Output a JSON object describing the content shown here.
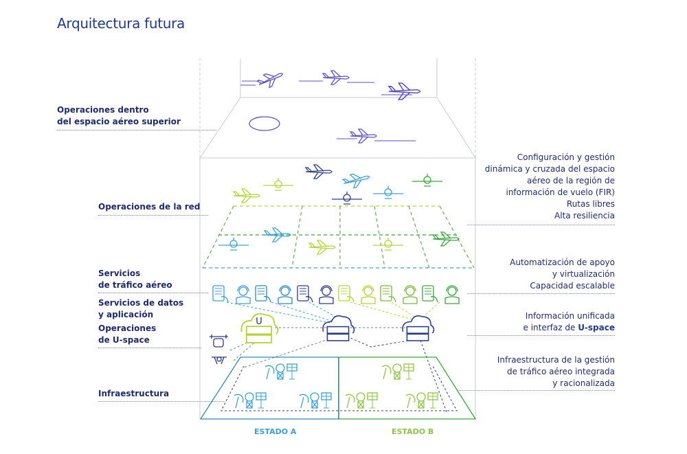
{
  "title": "Arquitectura futura",
  "left_labels": {
    "upper_airspace": [
      "Operaciones dentro",
      "del espacio aéreo superior"
    ],
    "network_ops": "Operaciones de la red",
    "ats": [
      "Servicios",
      "de tráfico aéreo"
    ],
    "data_services": [
      "Servicios de datos",
      "y aplicación"
    ],
    "uspace_ops": [
      "Operaciones",
      "de U-space"
    ],
    "infrastructure": "Infraestructura"
  },
  "right_labels": {
    "airspace_config": [
      "Configuración y gestión",
      "dinámica y cruzada del espacio",
      "aéreo de la región de",
      "información de vuelo (FIR)",
      "Rutas libres",
      "Alta resiliencia"
    ],
    "automation": [
      "Automatización de apoyo",
      "y virtualización",
      "Capacidad escalable"
    ],
    "information": [
      "Información unificada",
      "e interfaz de ",
      "U-space"
    ],
    "atm_infra": [
      "Infraestructura de la gestión",
      "de tráfico aéreo integrada",
      "y racionalizada"
    ]
  },
  "states": {
    "a": "ESTADO A",
    "b": "ESTADO B"
  },
  "cloud_label": "U",
  "colors": {
    "navy": "#1f2b6b",
    "purple": "#5b4fc4",
    "teal": "#3aa0d8",
    "lime": "#b5d334",
    "green": "#3aa53a",
    "blue": "#2a3a8a",
    "stateA": "#3aa0d8",
    "stateB": "#8cc63f"
  }
}
